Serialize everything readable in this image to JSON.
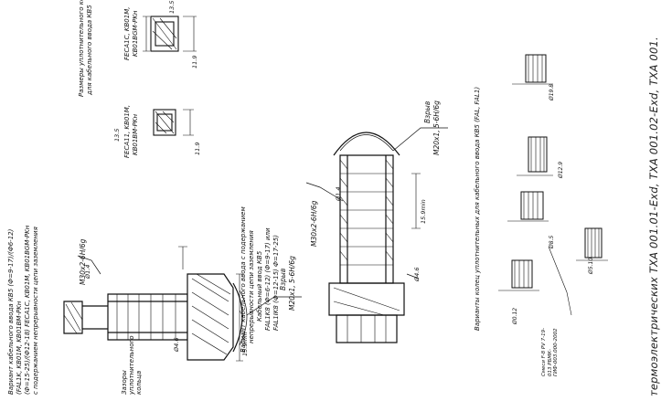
{
  "caption_left": {
    "line1": "Вариант кабельного ввода КВ5 (Ф=9-17)/(Ф6-12)",
    "line2": "(FAL1K, KB01M, KB01BM-PKн",
    "line3": "(Ф=15-25)/(Ф12-18) FECA1C, KB01M, KB01BGM-PKн",
    "line4": "с подержанием непрерывности цепи заземления"
  },
  "caption_mid": {
    "line1": "Вариант кабельного ввода с подержанием",
    "line2": "непрерывности цепи заземления",
    "line3": "Кабельный ввод КВ5",
    "line4": "FAL1K8 (Ф=6-12) (Ф=9-17) или",
    "line5": "FAL1IK8 (Ф=12-15) Ф=17-25)"
  },
  "caption_top": {
    "line1": "Размеры уплотнительного кольца",
    "line2": "для кабельного ввода КВ5"
  },
  "caption_right": "Варианты колец уплотнительных для кабельного ввода КВ5 (FAL, FAL1)",
  "ring_labels": {
    "a": "FECA1C, KB01M,",
    "a2": "KB01BGM-PKн",
    "b": "FECA11, KB01M,",
    "b2": "KB01BM-PKн"
  },
  "thread_labels": {
    "left_top": "Взрыв",
    "left_thread": "M20x1, 5-6H/6g",
    "left_bottom": "M30x2-6H/6g",
    "mid_top": "Взрыв",
    "mid_thread": "M20x1, 5-6H/6g",
    "mid_bottom": "M30x2-6H/6g"
  },
  "dims": [
    "13.5",
    "11.9",
    "Ø1.4",
    "Ø4.6",
    "15.9min",
    "Ø19.8",
    "Ø12.9",
    "Ø8.5",
    "Ø5.10",
    "Ø0.12"
  ],
  "notes": {
    "left_bottom_note": "Зазоры уплотнительного кольца",
    "seal_note": "Смеси F-8 PV 7-19-013 РБМК-ГИФ-003.000-2002"
  },
  "footer": "термоэлектрических ТХА 001.01-Exd, ТХА 001.02-Exd, ТХА 001."
}
